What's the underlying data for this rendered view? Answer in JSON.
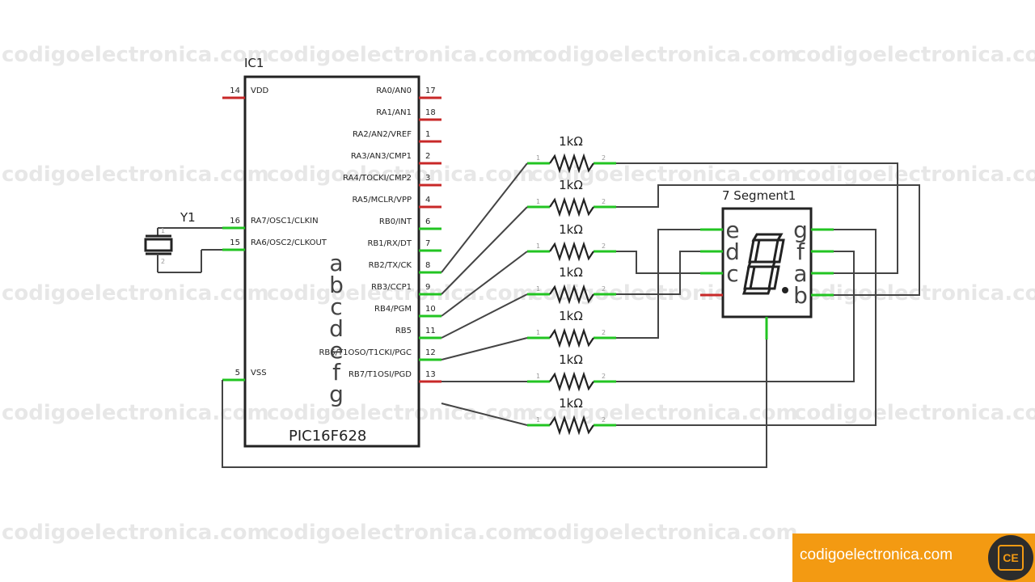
{
  "watermark": "codigoelectronica.com",
  "ic": {
    "ref": "IC1",
    "part": "PIC16F628",
    "left_pins": [
      {
        "num": "14",
        "name": "VDD",
        "color": "red"
      },
      {
        "num": "16",
        "name": "RA7/OSC1/CLKIN",
        "color": "green"
      },
      {
        "num": "15",
        "name": "RA6/OSC2/CLKOUT",
        "color": "green"
      },
      {
        "num": "5",
        "name": "VSS",
        "color": "green"
      }
    ],
    "right_pins": [
      {
        "num": "17",
        "name": "RA0/AN0",
        "color": "red"
      },
      {
        "num": "18",
        "name": "RA1/AN1",
        "color": "red"
      },
      {
        "num": "1",
        "name": "RA2/AN2/VREF",
        "color": "red"
      },
      {
        "num": "2",
        "name": "RA3/AN3/CMP1",
        "color": "red"
      },
      {
        "num": "3",
        "name": "RA4/TOCKI/CMP2",
        "color": "red"
      },
      {
        "num": "4",
        "name": "RA5/MCLR/VPP",
        "color": "red"
      },
      {
        "num": "6",
        "name": "RB0/INT",
        "color": "green"
      },
      {
        "num": "7",
        "name": "RB1/RX/DT",
        "color": "green"
      },
      {
        "num": "8",
        "name": "RB2/TX/CK",
        "color": "green"
      },
      {
        "num": "9",
        "name": "RB3/CCP1",
        "color": "green"
      },
      {
        "num": "10",
        "name": "RB4/PGM",
        "color": "green"
      },
      {
        "num": "11",
        "name": "RB5",
        "color": "green"
      },
      {
        "num": "12",
        "name": "RB6/T1OSO/T1CKI/PGC",
        "color": "green"
      },
      {
        "num": "13",
        "name": "RB7/T1OSI/PGD",
        "color": "red"
      }
    ],
    "segment_letters": [
      "a",
      "b",
      "c",
      "d",
      "e",
      "f",
      "g"
    ]
  },
  "crystal": {
    "ref": "Y1",
    "pin1": "1",
    "pin2": "2"
  },
  "resistors": {
    "value": "1kΩ",
    "pin1": "1",
    "pin2": "2",
    "count": 7
  },
  "display": {
    "ref": "7 Segment1",
    "left_labels": [
      "e",
      "d",
      "c"
    ],
    "right_labels": [
      "g",
      "f",
      "a",
      "b"
    ],
    "digit": "8."
  },
  "brand": {
    "text": "codigoelectronica.com",
    "logo": "CE"
  }
}
